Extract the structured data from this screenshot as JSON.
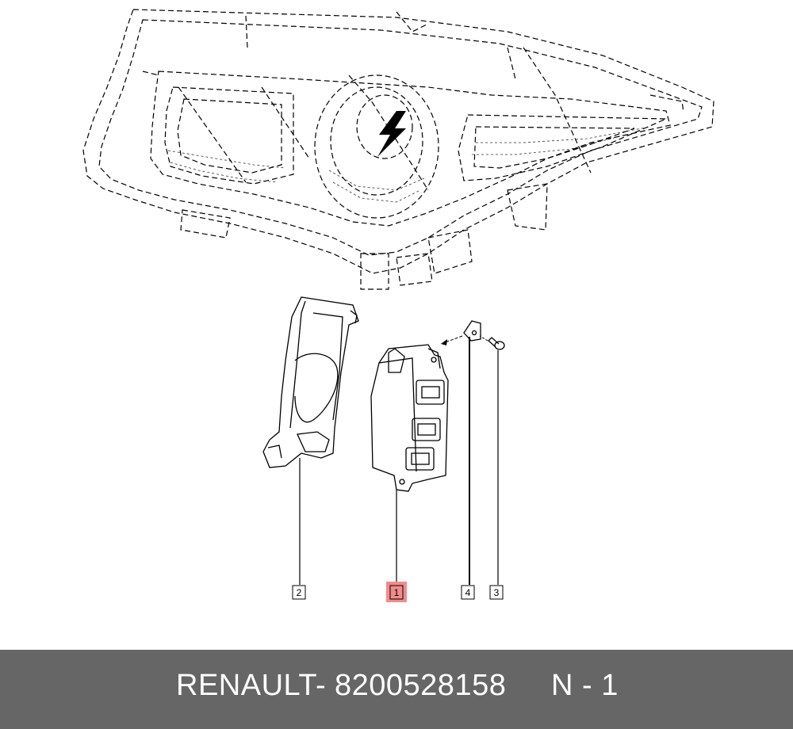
{
  "diagram": {
    "callouts": [
      {
        "label": "2",
        "highlight": false
      },
      {
        "label": "1",
        "highlight": true
      },
      {
        "label": "4",
        "highlight": false
      },
      {
        "label": "3",
        "highlight": false
      }
    ],
    "highlight_color": "#f28b8b"
  },
  "footer": {
    "brand": "RENAULT",
    "separator": "-",
    "part_number": "8200528158",
    "position": "N - 1",
    "background": "#666666",
    "text_color": "#ffffff"
  }
}
